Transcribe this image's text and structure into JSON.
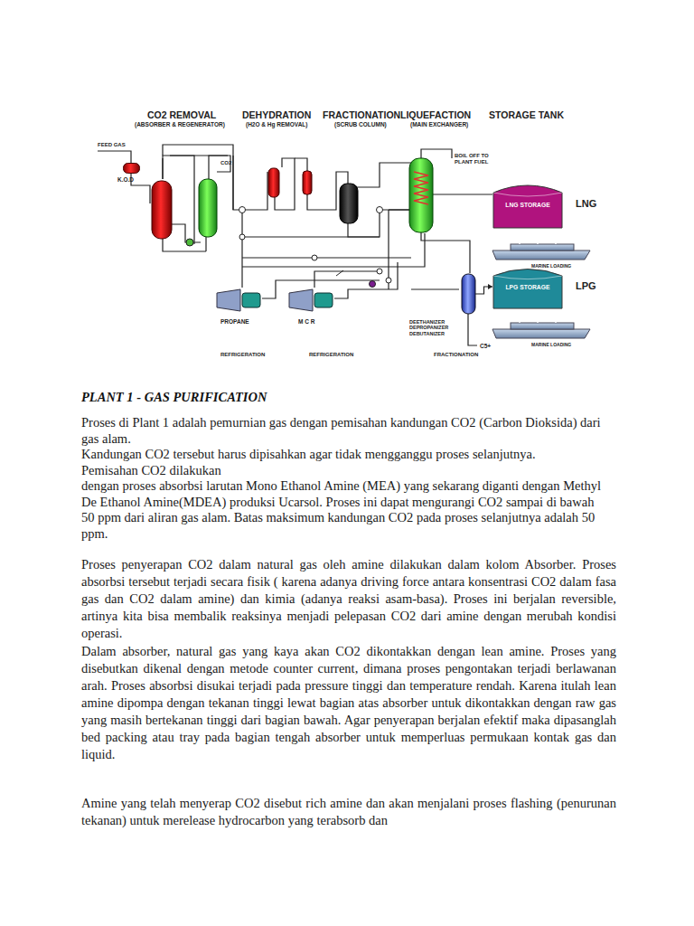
{
  "diagram": {
    "title": "PLANT 1 - GAS PURIFICATION",
    "nodes": [
      {
        "text": [
          "K.O.D"
        ]
      },
      {
        "text": [
          "LNG STORAGE",
          "LNG"
        ]
      },
      {
        "text": [
          "PROPANE"
        ]
      },
      {
        "text": [
          "M C R"
        ]
      },
      {
        "text": [
          "DEETHANIZER DEPROPANIZER DEBUTANIZER"
        ]
      },
      {
        "text": [
          "LPG STORAGE",
          "LPG"
        ]
      }
    ],
    "edges": [
      {
        "from": 4,
        "to": 5,
        "arrow": "to"
      }
    ],
    "labels": [
      "CO2 REMOVAL",
      "(ABSORBER & REGENERATOR)",
      "DEHYDRATION",
      "(H2O & Hg REMOVAL)",
      "FRACTIONATION",
      "(SCRUB COLUMN)",
      "LIQUEFACTION",
      "(MAIN EXCHANGER)",
      "STORAGE TANK",
      "FEED GAS",
      "CO2",
      "BOIL OFF TO PLANT FUEL",
      "MARINE LOADING",
      "MARINE LOADING",
      "REFRIGERATION",
      "REFRIGERATION",
      "FRACTIONATION",
      "C5+",
      "Proses di Plant 1 adalah pemurnian gas dengan pemisahan kandungan CO2 (Carbon Dioksida) dari gas alam.",
      "Kandungan CO2 tersebut harus dipisahkan agar tidak mengganggu proses selanjutnya. Pemisahan CO2 dilakukan",
      "dengan proses absorbsi larutan Mono Ethanol Amine (MEA) yang sekarang diganti dengan Methyl De Ethanol Amine(MDEA) produksi Ucarsol. Proses ini dapat mengurangi CO2 sampai di bawah 50 ppm dari aliran gas alam. Batas maksimum kandungan CO2 pada proses selanjutnya adalah 50 ppm.",
      "Proses penyerapan CO2 dalam natural gas oleh amine dilakukan dalam kolom Absorber. Proses absorbsi tersebut terjadi secara fisik ( karena adanya driving force antara konsentrasi CO2 dalam fasa gas dan CO2 dalam amine) dan kimia (adanya reaksi asam-basa). Proses ini berjalan reversible, artinya kita bisa membalik reaksinya menjadi pelepasan CO2 dari amine dengan merubah kondisi operasi.",
      "Dalam absorber, natural gas yang kaya akan CO2 dikontakkan dengan lean amine. Proses yang disebutkan dikenal dengan metode counter current, dimana proses pengontakan terjadi berlawanan arah. Proses absorbsi disukai terjadi pada pressure tinggi dan temperature rendah. Karena itulah lean amine dipompa dengan tekanan tinggi lewat bagian atas absorber untuk dikontakkan dengan raw gas yang masih bertekanan tinggi dari bagian bawah. Agar penyerapan berjalan efektif maka dipasanglah bed packing atau tray pada bagian tengah absorber untuk memperluas permukaan kontak gas dan liquid.",
      "Amine yang telah menyerap CO2 disebut rich amine dan akan menjalani proses flashing (penurunan tekanan) untuk merelease hydrocarbon yang terabsorb dan"
    ]
  }
}
